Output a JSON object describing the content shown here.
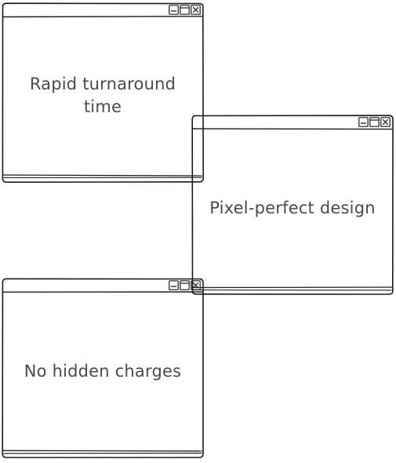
{
  "windows": [
    {
      "caption": "Rapid turnaround time"
    },
    {
      "caption": "Pixel-perfect design"
    },
    {
      "caption": "No hidden charges"
    }
  ],
  "window_controls": {
    "minimize_icon": "minimize-icon",
    "maximize_icon": "maximize-icon",
    "close_icon": "close-icon"
  },
  "colors": {
    "stroke": "#1a1a1a",
    "text": "#4a4a4a",
    "background": "#ffffff"
  }
}
